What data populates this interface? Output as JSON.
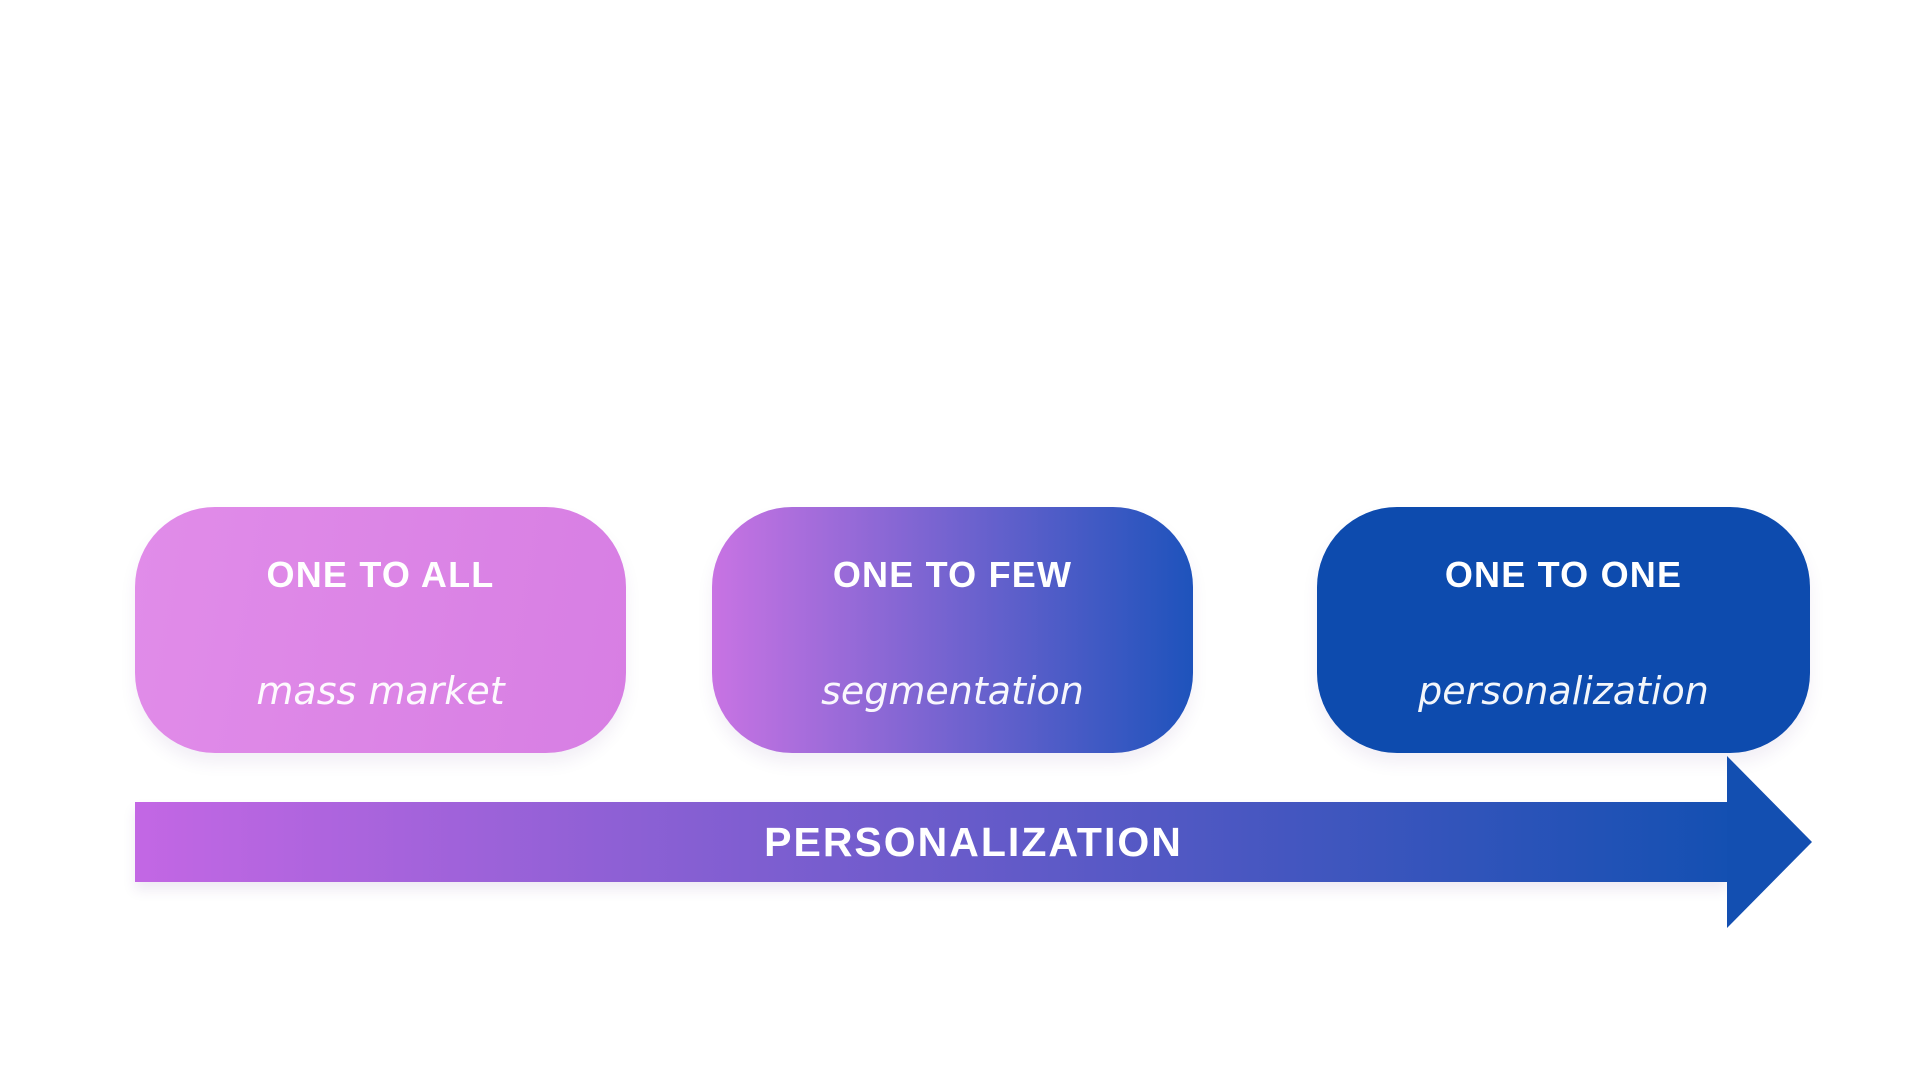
{
  "stages": [
    {
      "title": "ONE TO ALL",
      "subtitle": "mass market"
    },
    {
      "title": "ONE TO FEW",
      "subtitle": "segmentation"
    },
    {
      "title": "ONE TO ONE",
      "subtitle": "personalization"
    }
  ],
  "arrow": {
    "label": "PERSONALIZATION"
  },
  "colors": {
    "box1-start": "#e18ce9",
    "box1-end": "#d77ee3",
    "box2-start": "#c873e3",
    "box2-end": "#1e53bc",
    "box3": "#0d4bae",
    "bar-start": "#c367e4",
    "bar-end": "#1450b2",
    "arrowhead": "#134fb1",
    "text": "#ffffff"
  }
}
